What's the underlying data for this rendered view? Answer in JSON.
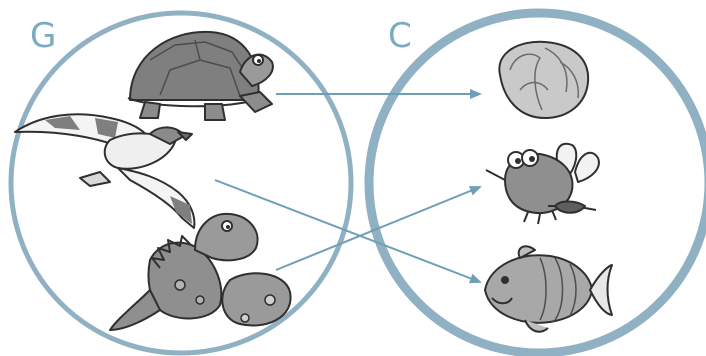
{
  "labels": {
    "left_set": "G",
    "right_set": "C"
  },
  "colors": {
    "circle": "#8fb1c3",
    "arrow": "#6f9fb5",
    "label": "#7aaac1",
    "drawing": "#7d7d7d",
    "outline": "#2f2f2f"
  },
  "left_items": [
    "tortoise",
    "albatross",
    "dinosaur"
  ],
  "right_items": [
    "cabbage",
    "fly",
    "fish"
  ],
  "mappings": [
    {
      "from": "tortoise",
      "to": "cabbage"
    },
    {
      "from": "albatross",
      "to": "fish"
    },
    {
      "from": "dinosaur",
      "to": "fly"
    }
  ]
}
